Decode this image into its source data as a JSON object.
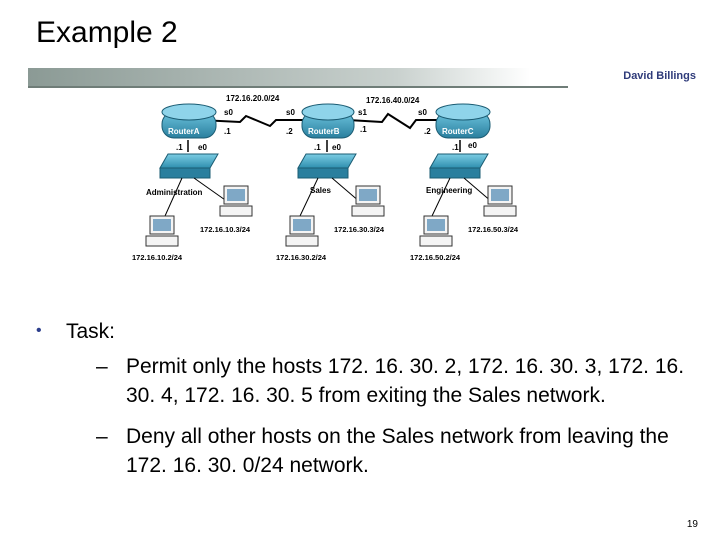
{
  "slide": {
    "title": "Example 2",
    "author": "David Billings",
    "page_number": "19"
  },
  "diagram": {
    "networks": [
      "172.16.20.0/24",
      "172.16.40.0/24"
    ],
    "interfaces": {
      "s0_a": "s0",
      "s0_b": "s0",
      "s1_b": "s1",
      "s0_c": "s0",
      "a_dot1": ".1",
      "b_dot2": ".2",
      "b_dot1": ".1",
      "c_dot2": ".2",
      "e0_a": "e0",
      "e0_b": "e0",
      "e0_c": "e0",
      "ea_dot1": ".1",
      "eb_dot1": ".1",
      "ec_dot1": ".1"
    },
    "routers": [
      "RouterA",
      "RouterB",
      "RouterC"
    ],
    "lans": [
      "Administration",
      "Sales",
      "Engineering"
    ],
    "hosts": [
      "172.16.10.3/24",
      "172.16.10.2/24",
      "172.16.30.3/24",
      "172.16.30.2/24",
      "172.16.50.3/24",
      "172.16.50.2/24"
    ]
  },
  "task": {
    "bullet": "•",
    "label": "Task:",
    "items": [
      {
        "dash": "–",
        "text": "Permit only the hosts 172. 16. 30. 2, 172. 16. 30. 3, 172. 16. 30. 4, 172. 16. 30. 5 from exiting the Sales network."
      },
      {
        "dash": "–",
        "text": "Deny all other hosts on the Sales network from leaving the 172. 16. 30. 0/24 network."
      }
    ]
  },
  "colors": {
    "banner": "#9aa7a2",
    "router": "#2a7f9e",
    "switch": "#2f8fae",
    "author": "#2f3b7a",
    "bullet": "#2c3e8c"
  }
}
